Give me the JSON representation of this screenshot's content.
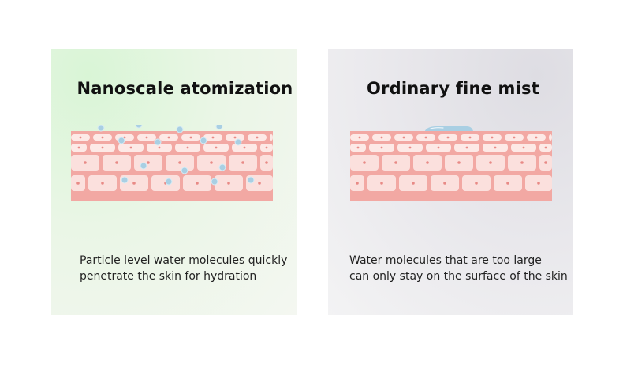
{
  "panels": [
    {
      "title": "Nanoscale atomization",
      "caption_lines": [
        "Particle level water molecules quickly",
        "penetrate the skin for hydration"
      ]
    },
    {
      "title": "Ordinary fine mist",
      "caption_lines": [
        "Water molecules that are too large",
        "can only stay on the surface of the skin"
      ]
    }
  ],
  "colors": {
    "skin_outer": "#f2a8a3",
    "skin_cell": "#fbe0dd",
    "skin_top_cell": "#fde9e6",
    "skin_nucleus": "#e88a86",
    "droplet": "#a9cfe3",
    "droplet_highlight": "#ffffff"
  }
}
